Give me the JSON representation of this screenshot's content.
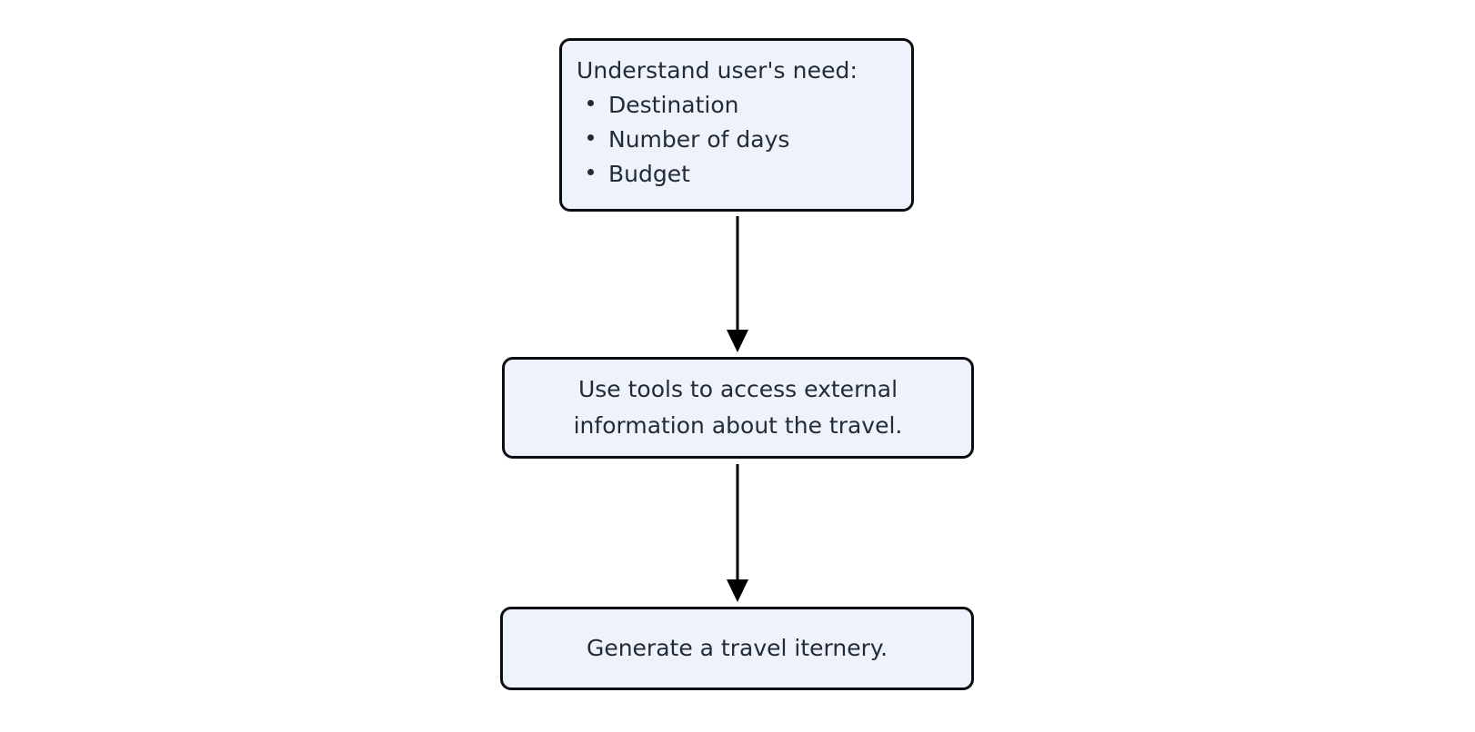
{
  "diagram": {
    "type": "flowchart",
    "orientation": "top-to-bottom",
    "title": "",
    "background_color": "#ffffff",
    "node_fill_color": "#eef2fb",
    "node_border_color": "#0b0d12",
    "text_color": "#232b38",
    "arrow_color": "#000000",
    "nodes": [
      {
        "id": "understand",
        "shape": "rounded-rectangle",
        "heading": "Understand user's need:",
        "bullets": [
          "Destination",
          "Number of days",
          "Budget"
        ]
      },
      {
        "id": "tools",
        "shape": "rounded-rectangle",
        "lines": [
          "Use tools to access external",
          "information about the travel."
        ]
      },
      {
        "id": "generate",
        "shape": "rounded-rectangle",
        "lines": [
          "Generate a travel iternery."
        ]
      }
    ],
    "edges": [
      {
        "id": "edge-1",
        "from": "understand",
        "to": "tools",
        "label": "",
        "arrowhead": "filled-triangle"
      },
      {
        "id": "edge-2",
        "from": "tools",
        "to": "generate",
        "label": "",
        "arrowhead": "filled-triangle"
      }
    ]
  }
}
